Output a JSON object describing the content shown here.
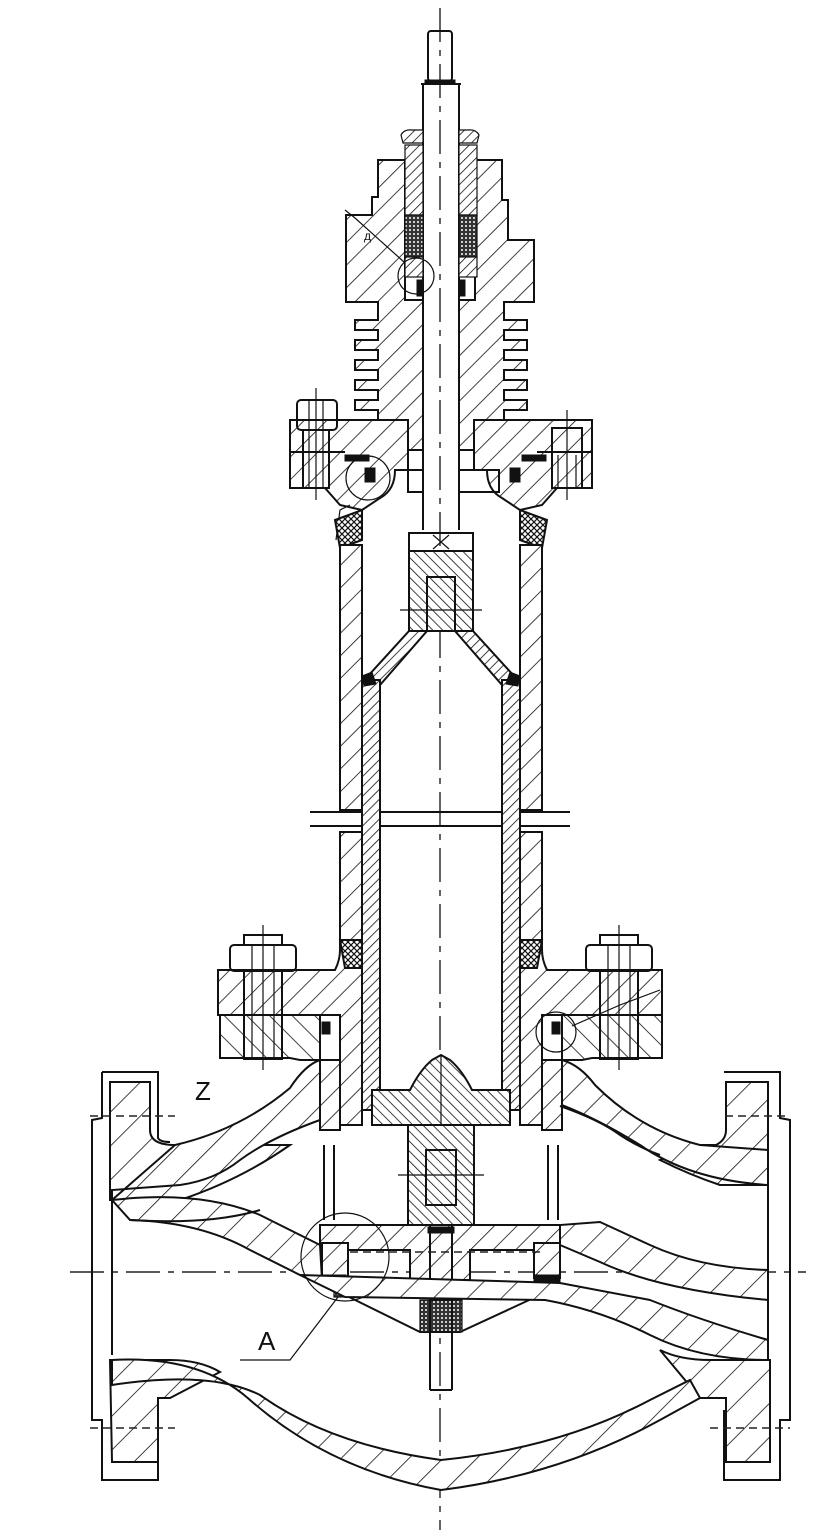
{
  "drawing": {
    "title": "Control valve cross-section",
    "type": "mechanical section drawing",
    "background": "#ffffff",
    "line_color": "#111111"
  },
  "labels": {
    "detail_a": "A",
    "zone_z": "Z",
    "callout_small": "д"
  },
  "components": [
    {
      "name": "stem",
      "desc": "valve stem with threaded top"
    },
    {
      "name": "packing-box",
      "desc": "packing gland with cooling fins"
    },
    {
      "name": "upper-bolted-flange",
      "desc": "bonnet flange with hex bolts"
    },
    {
      "name": "extension-tube",
      "desc": "bonnet extension tube with break lines"
    },
    {
      "name": "guide-sleeve",
      "desc": "inner guide sleeve"
    },
    {
      "name": "lower-bolted-flange",
      "desc": "body-bonnet flange with hex bolts"
    },
    {
      "name": "plug",
      "desc": "valve plug and seat"
    },
    {
      "name": "body",
      "desc": "globe valve body with end flanges"
    }
  ],
  "details": [
    {
      "id": "A",
      "desc": "seat seal detail circle"
    },
    {
      "id": "packing-detail",
      "desc": "packing seal detail circle"
    },
    {
      "id": "upper-flange-detail",
      "desc": "bonnet flange gasket circle"
    },
    {
      "id": "lower-flange-detail",
      "desc": "body flange gasket circle"
    }
  ]
}
